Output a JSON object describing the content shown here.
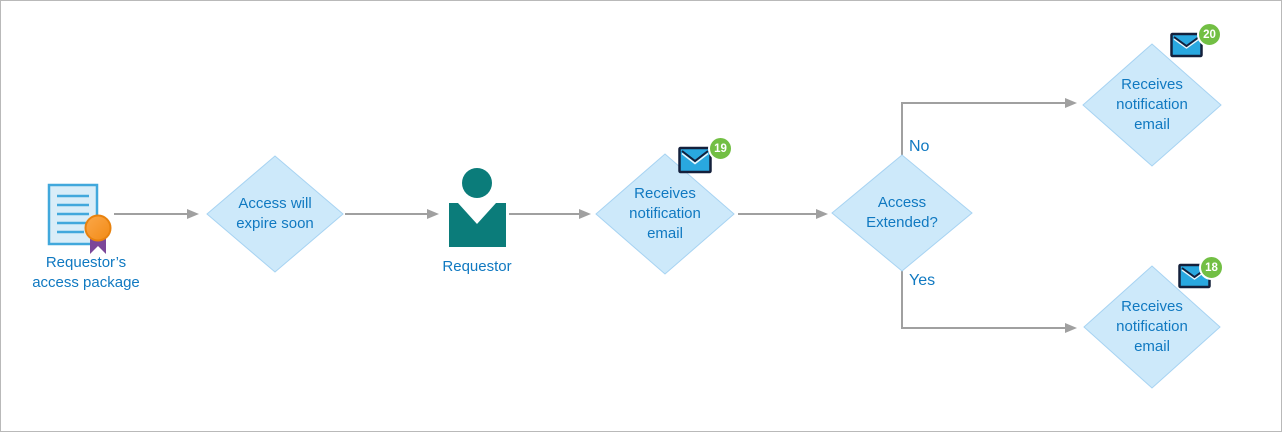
{
  "colors": {
    "canvas_border": "#b9b9b9",
    "diamond_fill": "#cde9fa",
    "diamond_border": "#a7d3f2",
    "text_blue": "#1079c1",
    "connector_gray": "#a0a0a0",
    "person_teal": "#0b7c7a",
    "document_fill": "#d9edf8",
    "document_border": "#41a8dc",
    "seal_orange": "#f7941e",
    "ribbon_purple": "#7c4799",
    "envelope_blue": "#29a8e0",
    "envelope_outline": "#14203c",
    "badge_green": "#72bf44",
    "badge_text": "#ffffff"
  },
  "nodes": {
    "access_package": {
      "icon": "certificate-document-icon",
      "label": [
        "Requestor’s",
        "access package"
      ]
    },
    "expire_soon": {
      "shape": "diamond",
      "label": [
        "Access will",
        "expire soon"
      ]
    },
    "requestor": {
      "icon": "person-icon",
      "label": "Requestor"
    },
    "notification_1": {
      "shape": "diamond",
      "label": [
        "Receives",
        "notification",
        "email"
      ],
      "email_badge": "19"
    },
    "access_extended": {
      "shape": "diamond",
      "label": [
        "Access",
        "Extended?"
      ]
    },
    "notification_no": {
      "shape": "diamond",
      "label": [
        "Receives",
        "notification",
        "email"
      ],
      "email_badge": "20"
    },
    "notification_yes": {
      "shape": "diamond",
      "label": [
        "Receives",
        "notification",
        "email"
      ],
      "email_badge": "18"
    }
  },
  "edges": {
    "no_label": "No",
    "yes_label": "Yes"
  }
}
